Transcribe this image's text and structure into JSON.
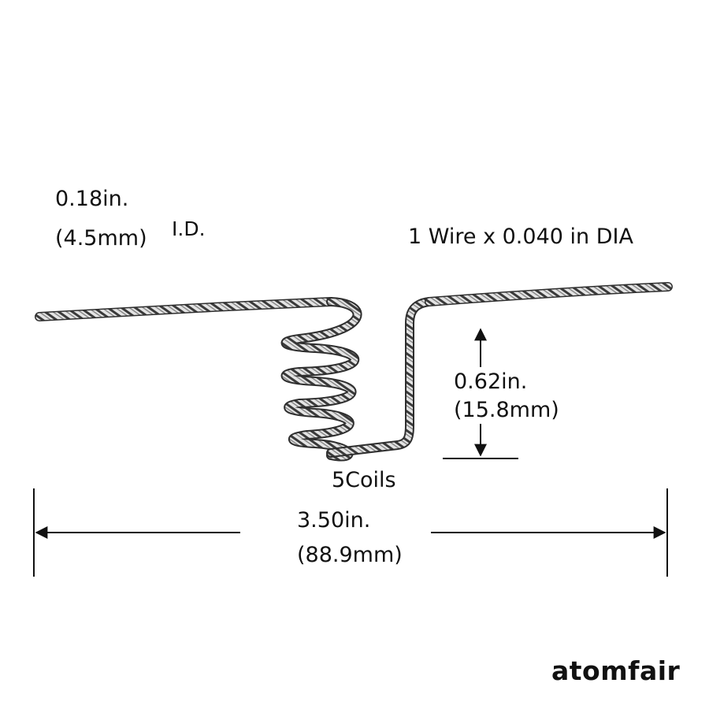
{
  "id_dim": {
    "inches": "0.18in.",
    "mm": "(4.5mm)",
    "suffix": "I.D."
  },
  "wire_spec": "1 Wire x 0.040 in DIA",
  "height_dim": {
    "inches": "0.62in.",
    "mm": "(15.8mm)"
  },
  "coils_label": "5Coils",
  "length_dim": {
    "inches": "3.50in.",
    "mm": "(88.9mm)"
  },
  "brand": "atomfair",
  "colors": {
    "wire_light": "#d9d9d9",
    "wire_dark": "#3a3a3a",
    "line": "#111111"
  }
}
